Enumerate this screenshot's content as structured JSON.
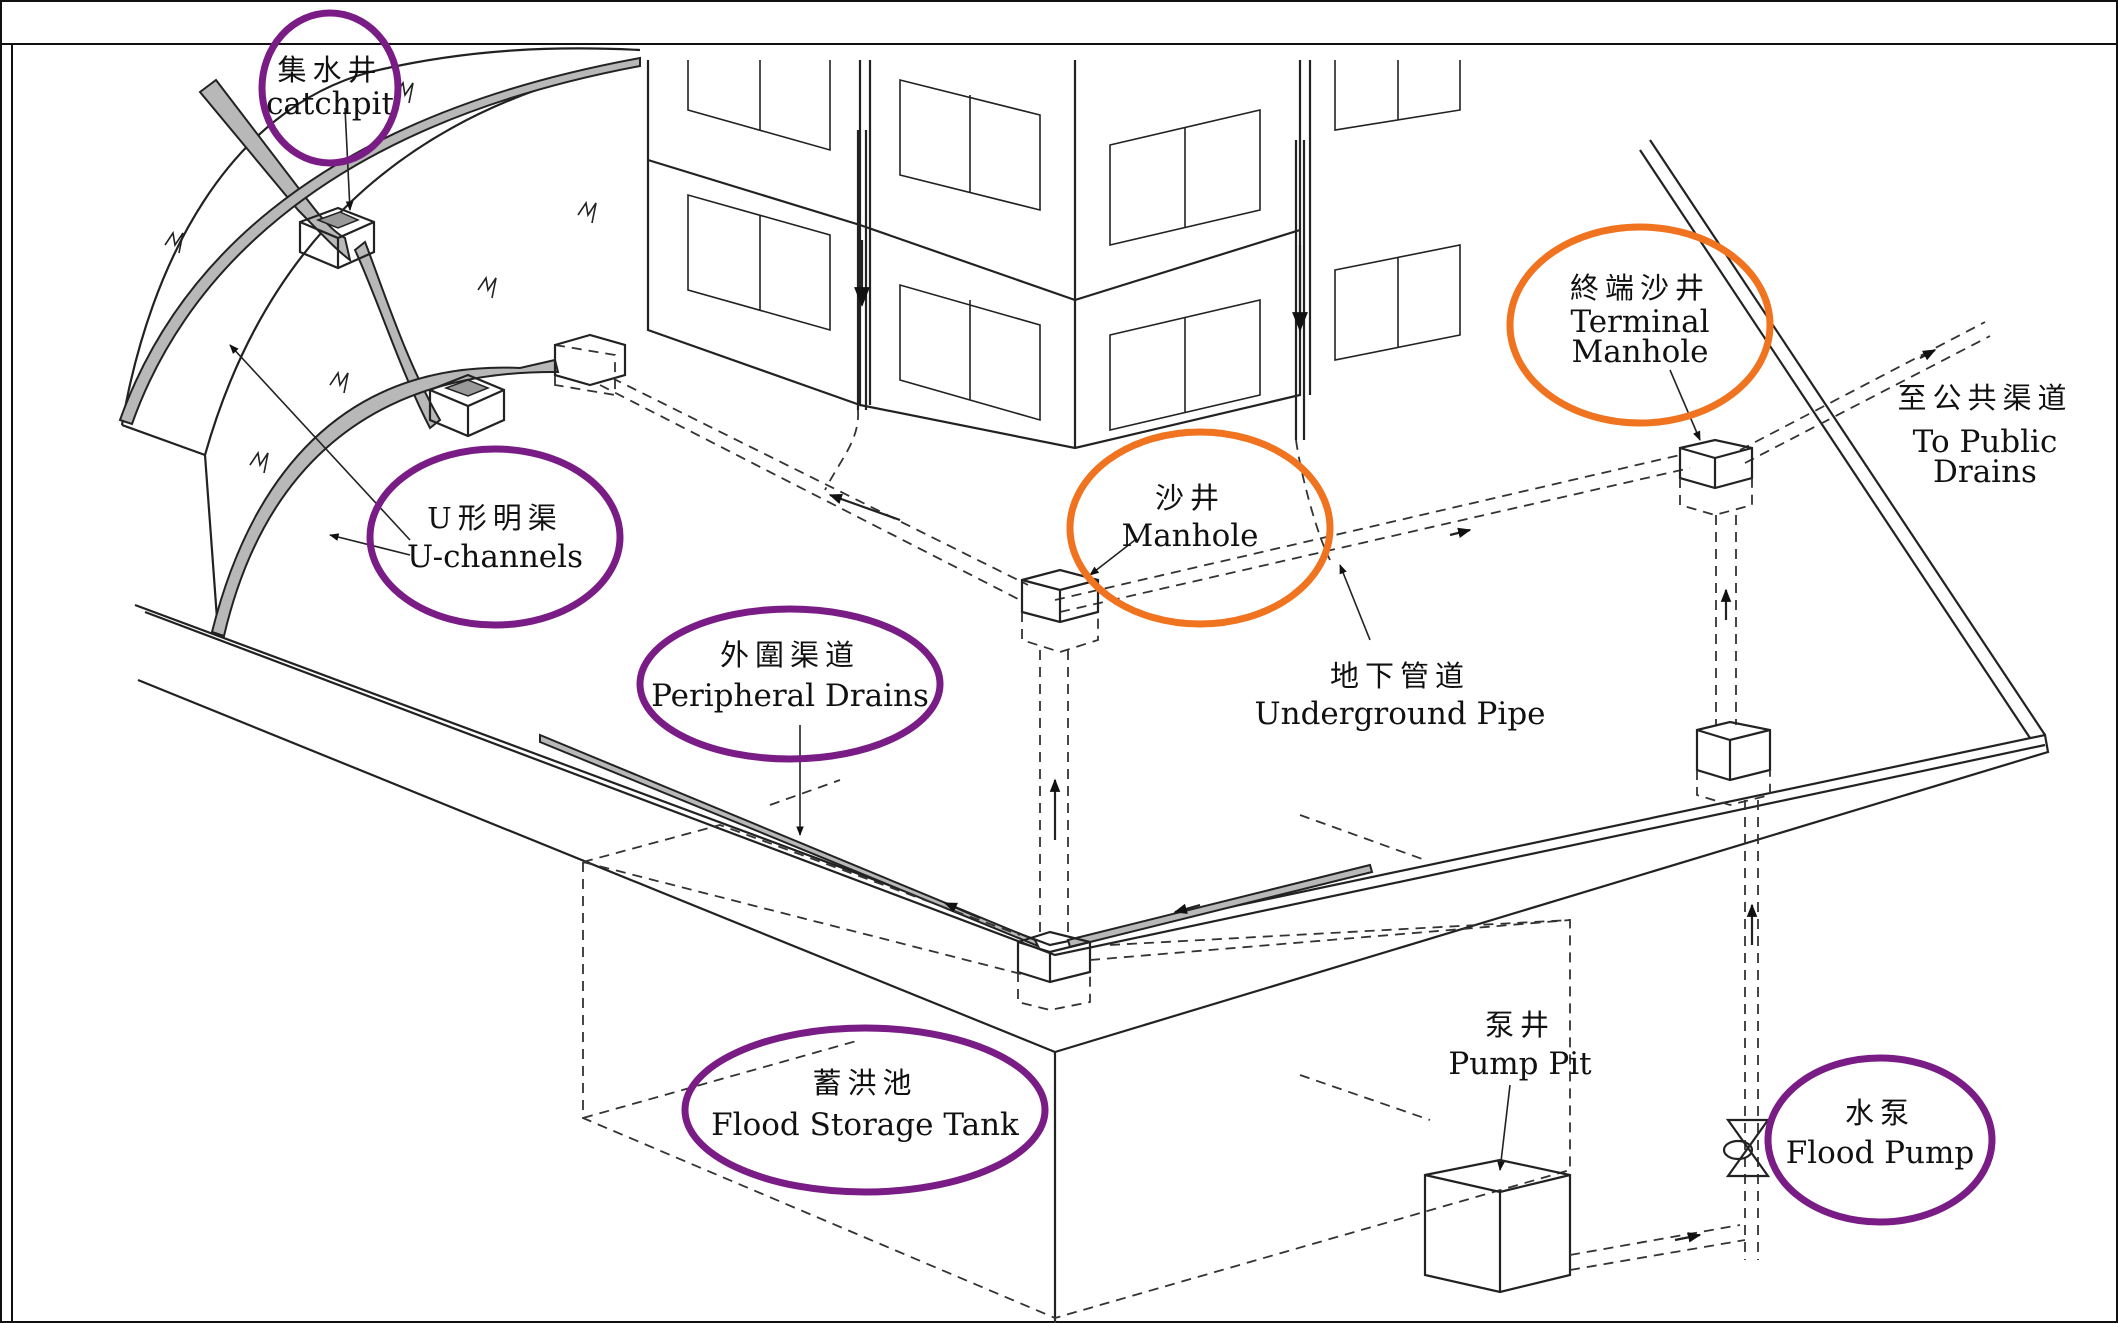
{
  "labels": {
    "catchpit": {
      "zh": "集水井",
      "en": "catchpit"
    },
    "u_channels": {
      "zh": "U形明渠",
      "en": "U-channels"
    },
    "peripheral_drains": {
      "zh": "外圍渠道",
      "en": "Peripheral Drains"
    },
    "manhole": {
      "zh": "沙井",
      "en": "Manhole"
    },
    "underground_pipe": {
      "zh": "地下管道",
      "en": "Underground Pipe"
    },
    "terminal_manhole": {
      "zh": "終端沙井",
      "en1": "Terminal",
      "en2": "Manhole"
    },
    "to_public_drains": {
      "zh": "至公共渠道",
      "en1": "To Public",
      "en2": "Drains"
    },
    "flood_storage_tank": {
      "zh": "蓄洪池",
      "en": "Flood Storage Tank"
    },
    "pump_pit": {
      "zh": "泵井",
      "en": "Pump Pit"
    },
    "flood_pump": {
      "zh": "水泵",
      "en": "Flood Pump"
    }
  },
  "highlight_colors": {
    "purple": "#7a1c85",
    "orange": "#f07320"
  }
}
